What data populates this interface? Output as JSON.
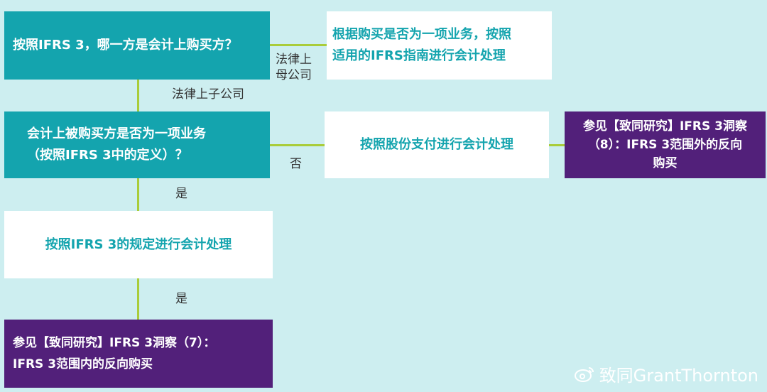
{
  "q1": {
    "text": "按照IFRS 3，哪一方是会计上购买方？"
  },
  "q1_answer": {
    "line1": "根据购买是否为一项业务，按照",
    "line2": "适用的IFRS指南进行会计处理"
  },
  "label_legal_parent": {
    "line1": "法律上",
    "line2": "母公司"
  },
  "label_legal_sub": "法律上子公司",
  "q2": {
    "line1": "会计上被购买方是否为一项业务",
    "line2": "（按照IFRS 3中的定义）？"
  },
  "label_no": "否",
  "share_payment": {
    "text": "按照股份支付进行会计处理"
  },
  "ref8": {
    "line1": "参见【致同研究】IFRS 3洞察",
    "line2": "（8）：IFRS 3范围外的反向",
    "line3": "购买"
  },
  "label_yes_1": "是",
  "ifrs3_accounting": {
    "text": "按照IFRS 3的规定进行会计处理"
  },
  "label_yes_2": "是",
  "ref7": {
    "line1": "参见【致同研究】IFRS 3洞察（7）：",
    "line2": "IFRS 3范围内的反向购买"
  },
  "watermark": "致同GrantThornton",
  "colors": {
    "background": "#cdeef0",
    "teal": "#14a4ae",
    "purple": "#52207a",
    "connector": "#a9cc3a"
  }
}
